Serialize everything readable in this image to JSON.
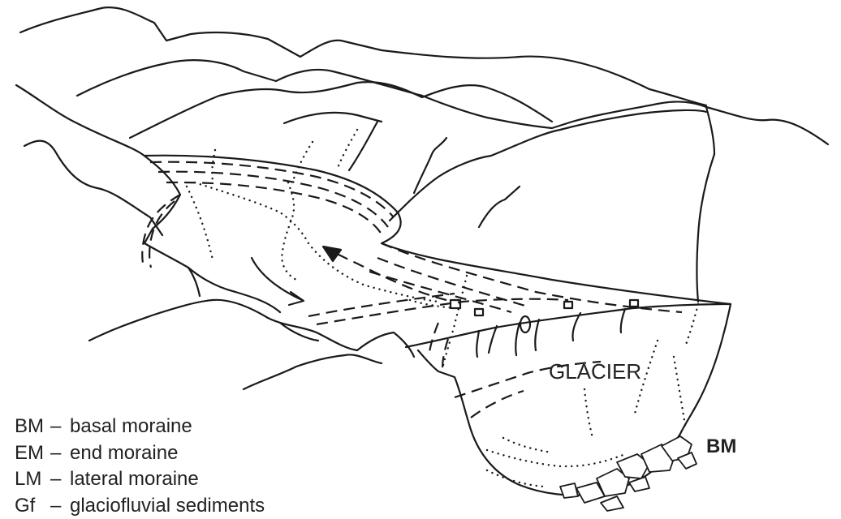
{
  "diagram": {
    "labels": {
      "glacier": "GLACIER",
      "bm": "BM"
    },
    "legend": [
      {
        "code": "BM",
        "separator": "–",
        "text": "basal moraine"
      },
      {
        "code": "EM",
        "separator": "–",
        "text": "end moraine"
      },
      {
        "code": "LM",
        "separator": "–",
        "text": "lateral moraine"
      },
      {
        "code": "Gf",
        "separator": "–",
        "text": "glaciofluvial sediments"
      }
    ]
  }
}
